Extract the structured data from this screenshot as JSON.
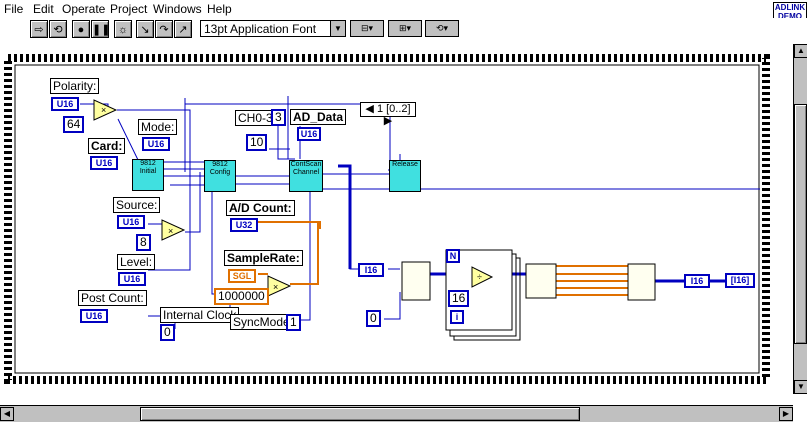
{
  "menu": [
    "File",
    "Edit",
    "Operate",
    "Project",
    "Windows",
    "Help"
  ],
  "toolbar": {
    "font_select": "13pt Application Font"
  },
  "logo": {
    "line1": "ADLINK",
    "line2": "DEMO"
  },
  "diagram": {
    "sequence": "1 [0..2]",
    "labels": {
      "polarity": "Polarity:",
      "card": "Card:",
      "mode": "Mode:",
      "source": "Source:",
      "level": "Level:",
      "post_count": "Post Count:",
      "ch": "CH0-3",
      "ad_data": "AD_Data",
      "ad_count": "A/D Count:",
      "sample_rate": "SampleRate:",
      "internal_clock": "Internal Clock",
      "sync_mode": "SyncMode"
    },
    "terminals": {
      "u16": "U16",
      "u32": "U32",
      "sgl": "SGL",
      "i16": "I16",
      "i16_out": "[I16]",
      "n": "N",
      "i": "i"
    },
    "constants": {
      "polarity": "64",
      "source": "8",
      "ch": "3",
      "ad_val": "10",
      "sample_rate": "1000000",
      "clock": "0",
      "sync": "1",
      "loop_const": "0",
      "divider": "16"
    },
    "nodes": {
      "initial": "9812 Initial",
      "config": "9812 Config",
      "contscan": "ContScan Channel",
      "release": "Release"
    }
  }
}
